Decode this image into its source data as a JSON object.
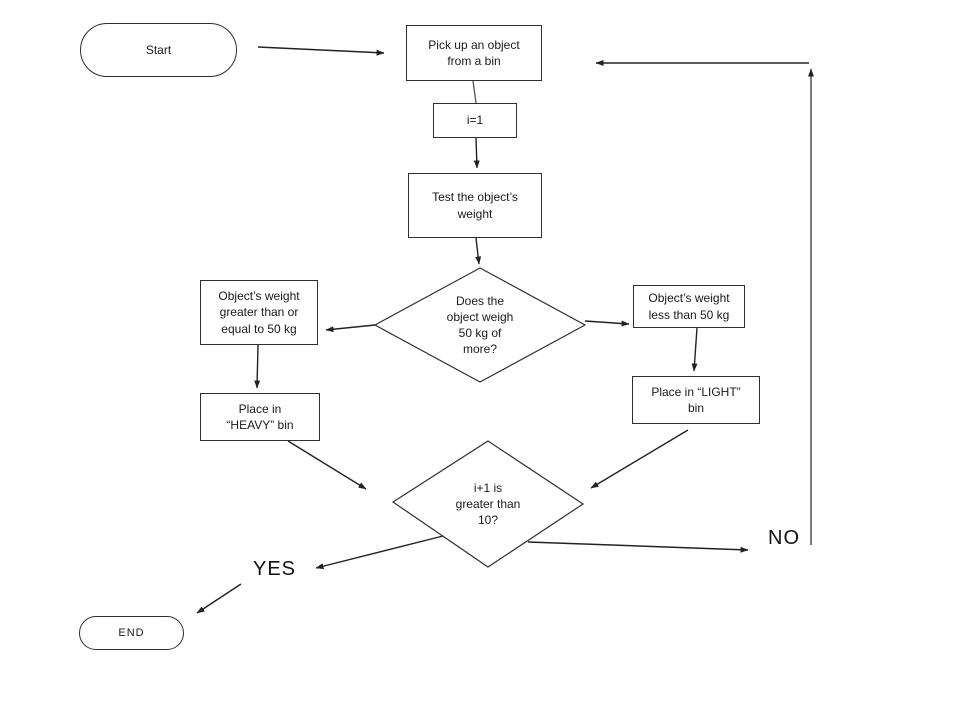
{
  "diagram": {
    "type": "flowchart",
    "nodes": [
      {
        "id": "start",
        "shape": "terminator",
        "label": "Start"
      },
      {
        "id": "pickup",
        "shape": "process",
        "label": "Pick up an object\nfrom a bin"
      },
      {
        "id": "init_counter",
        "shape": "process",
        "label": "i=1"
      },
      {
        "id": "test_weight",
        "shape": "process",
        "label": "Test the object’s\nweight"
      },
      {
        "id": "weigh_decision",
        "shape": "decision",
        "label": "Does the\nobject weigh\n50 kg of\nmore?"
      },
      {
        "id": "heavy_condition",
        "shape": "process",
        "label": "Object’s weight\ngreater than or\nequal to 50 kg"
      },
      {
        "id": "light_condition",
        "shape": "process",
        "label": "Object’s weight\nless than 50 kg"
      },
      {
        "id": "heavy_bin",
        "shape": "process",
        "label": "Place in\n“HEAVY” bin"
      },
      {
        "id": "light_bin",
        "shape": "process",
        "label": "Place in “LIGHT”\nbin"
      },
      {
        "id": "loop_decision",
        "shape": "decision",
        "label": "i+1 is\ngreater than\n10?"
      },
      {
        "id": "end",
        "shape": "terminator",
        "label": "END"
      }
    ],
    "edge_labels": {
      "yes": "YES",
      "no": "NO"
    },
    "colors": {
      "stroke": "#2f2f2f",
      "arrow": "#222222",
      "background": "#ffffff"
    }
  }
}
